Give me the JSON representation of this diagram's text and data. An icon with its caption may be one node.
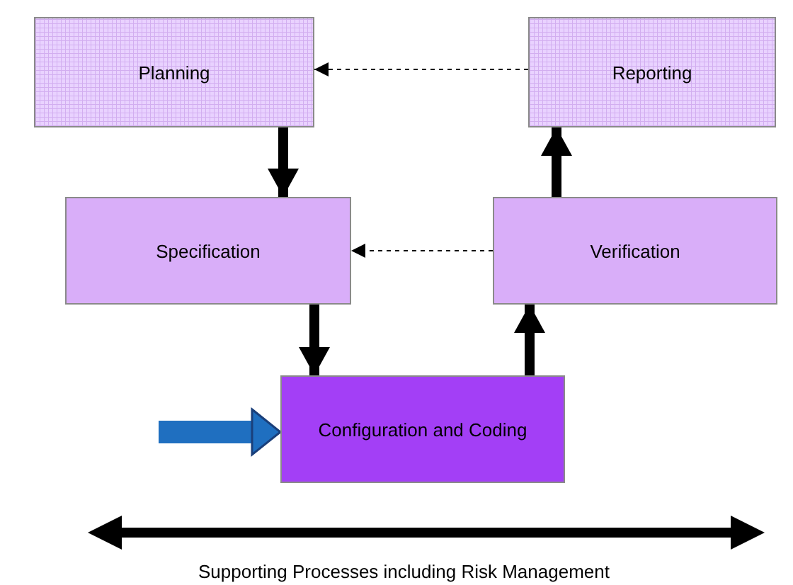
{
  "diagram": {
    "nodes": [
      {
        "text": [
          "Planning"
        ]
      },
      {
        "text": [
          "Reporting"
        ]
      },
      {
        "text": [
          "Specification"
        ]
      },
      {
        "text": [
          "Verification"
        ]
      },
      {
        "text": [
          "Configuration and Coding"
        ]
      }
    ],
    "edges": [
      {
        "from": 1,
        "to": 0,
        "arrow": "to",
        "style": "dashed"
      },
      {
        "from": 0,
        "to": 2,
        "arrow": "to"
      },
      {
        "from": 3,
        "to": 2,
        "arrow": "to",
        "style": "dashed"
      },
      {
        "from": 2,
        "to": 4,
        "arrow": "to"
      },
      {
        "from": 4,
        "to": 3,
        "arrow": "to"
      },
      {
        "from": 3,
        "to": 1,
        "arrow": "to"
      },
      {
        "from": null,
        "to": 4,
        "arrow": "to",
        "style": "thick",
        "color": "#1f6fc0"
      }
    ],
    "labels": [
      "Supporting Processes including Risk Management"
    ]
  }
}
